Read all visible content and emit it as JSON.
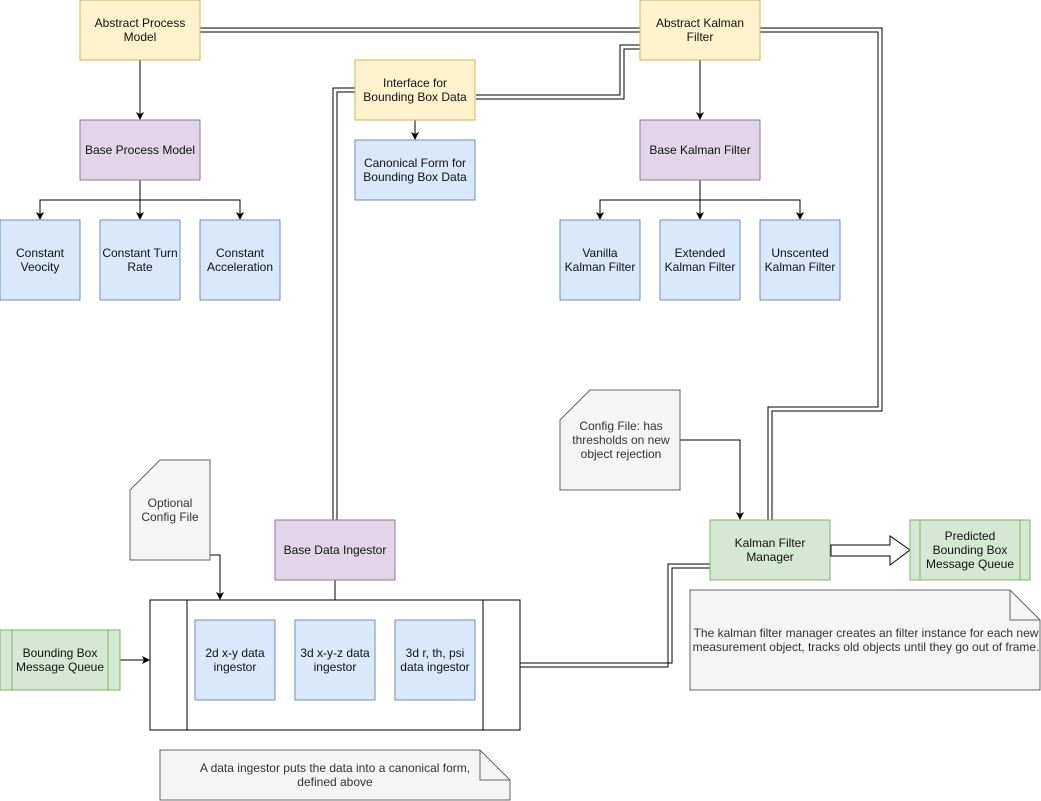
{
  "colors": {
    "abstract_fill": "#fff2cc",
    "abstract_stroke": "#d6b656",
    "base_fill": "#e1d5e7",
    "base_stroke": "#9673a6",
    "impl_fill": "#dae8fc",
    "impl_stroke": "#6c8ebf",
    "queue_fill": "#d5e8d4",
    "queue_stroke": "#82b366",
    "note_fill": "#f5f5f5",
    "note_stroke": "#666666",
    "edge": "#000000"
  },
  "nodes": {
    "abstract_process_model": "Abstract Process Model",
    "abstract_kalman_filter": "Abstract Kalman Filter",
    "interface_bbox": "Interface for Bounding Box Data",
    "base_process_model": "Base Process Model",
    "canonical_form": "Canonical Form for Bounding Box Data",
    "base_kalman_filter": "Base Kalman Filter",
    "constant_velocity": "Constant Veocity",
    "constant_turn_rate": "Constant Turn Rate",
    "constant_acceleration": "Constant Acceleration",
    "vanilla_kf": "Vanilla Kalman Filter",
    "extended_kf": "Extended Kalman Filter",
    "unscented_kf": "Unscented Kalman Filter",
    "config_file_thresholds": "Config File: has thresholds on new object rejection",
    "optional_config_file": "Optional Config File",
    "base_data_ingestor": "Base Data Ingestor",
    "kalman_filter_manager": "Kalman Filter Manager",
    "predicted_queue": "Predicted Bounding Box Message Queue",
    "manager_note": "The kalman filter manager creates an filter instance for each new measurement object, tracks old objects until they go out of frame.",
    "bbox_queue": "Bounding Box Message Queue",
    "ingestor_2d": "2d x-y data ingestor",
    "ingestor_3d": "3d x-y-z data ingestor",
    "ingestor_polar": "3d r, th, psi data ingestor",
    "ingestor_note": "A data ingestor puts the data into a canonical form, defined above"
  }
}
